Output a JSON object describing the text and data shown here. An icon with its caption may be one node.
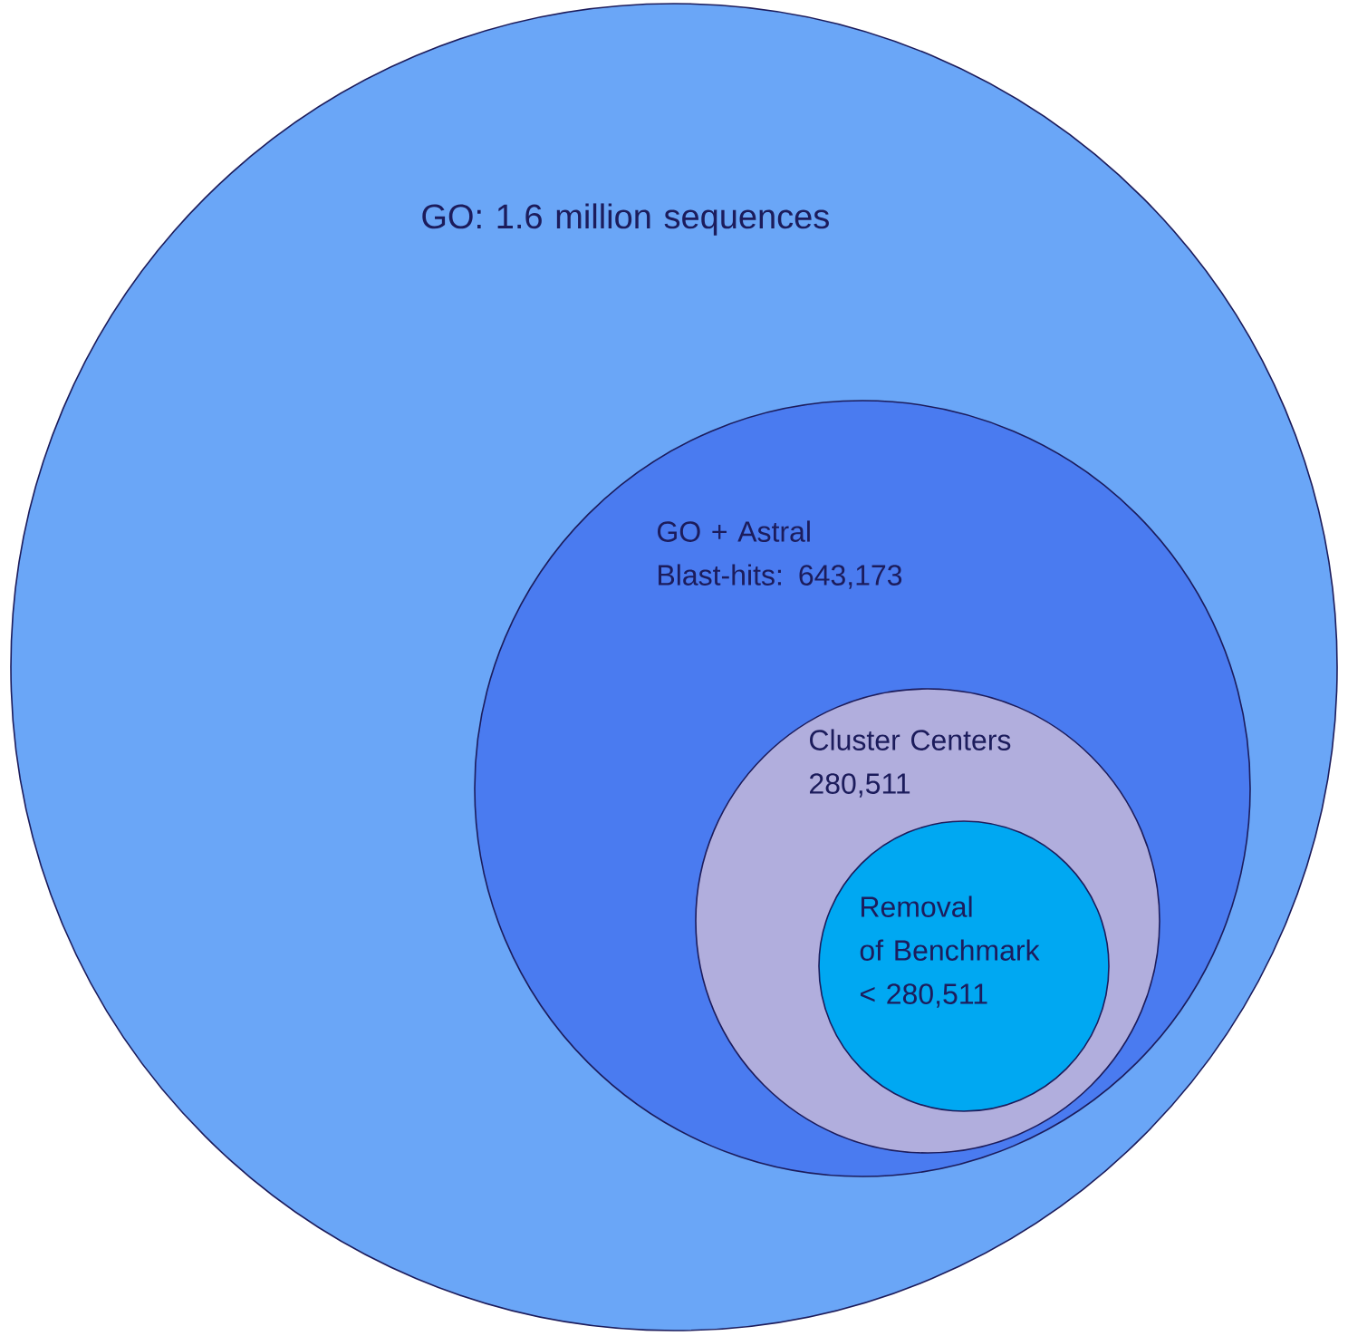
{
  "diagram": {
    "nodes": [
      {
        "text": [
          "GO: 1.6 million sequences"
        ]
      },
      {
        "text": [
          "GO + Astral",
          "Blast-hits: 643,173"
        ],
        "in": 0
      },
      {
        "text": [
          "Cluster Centers",
          "280,511"
        ],
        "in": 1
      },
      {
        "text": [
          "Removal of Benchmark",
          "< 280,511"
        ],
        "in": 2
      }
    ]
  }
}
